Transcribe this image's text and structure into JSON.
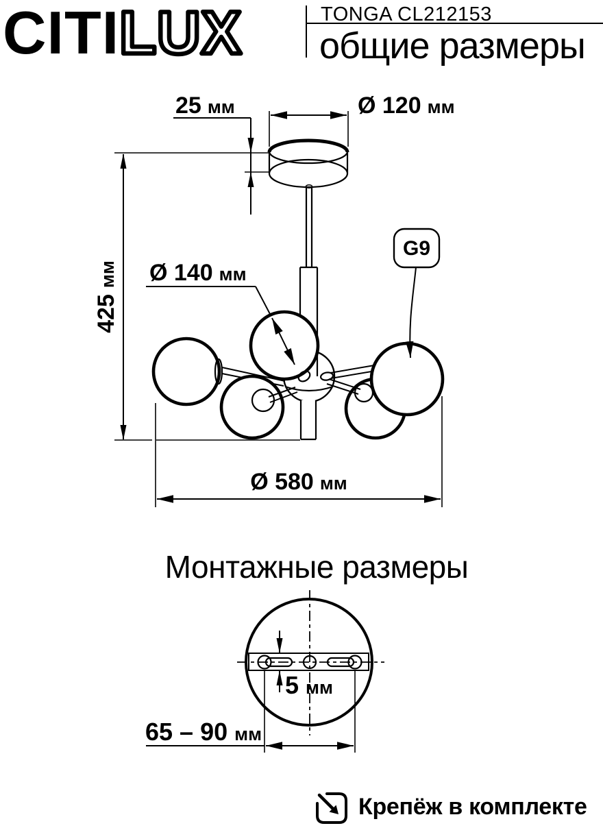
{
  "colors": {
    "ink": "#000000",
    "paper": "#ffffff"
  },
  "header": {
    "brand_solid": "CITI",
    "brand_outline": "LUX",
    "model": "TONGA CL212153",
    "section_title": "общие размеры"
  },
  "general_drawing": {
    "canopy_height": {
      "value": "25",
      "unit": "мм"
    },
    "canopy_diameter": {
      "value": "Ø 120",
      "unit": "мм"
    },
    "overall_height": {
      "value": "425",
      "unit": "мм"
    },
    "shade_diameter": {
      "value": "Ø 140",
      "unit": "мм"
    },
    "lamp_socket": "G9",
    "overall_diameter": {
      "value": "Ø 580",
      "unit": "мм"
    }
  },
  "mounting_drawing": {
    "section_title": "Монтажные размеры",
    "plate_height": {
      "value": "5",
      "unit": "мм"
    },
    "mounting_pitch": {
      "value": "65 – 90",
      "unit": "мм"
    }
  },
  "footer": {
    "note": "Крепёж в комплекте"
  }
}
